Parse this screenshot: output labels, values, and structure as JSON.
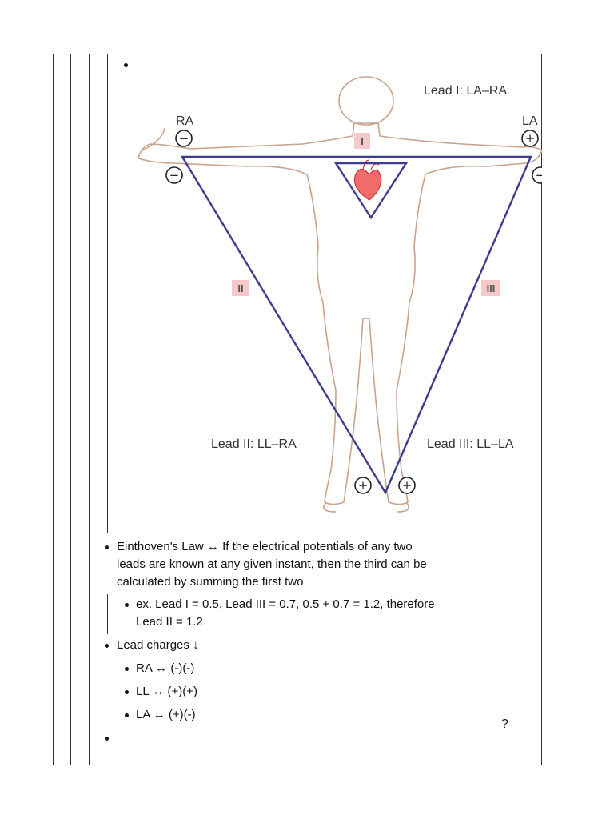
{
  "figure": {
    "label_lead1": "Lead I: LA–RA",
    "label_lead2": "Lead II: LL–RA",
    "label_lead3": "Lead III: LL–LA",
    "label_ra": "RA",
    "label_la": "LA",
    "tag_i": "I",
    "tag_ii": "II",
    "tag_iii": "III",
    "sign_minus": "−",
    "sign_plus": "+"
  },
  "notes": {
    "einthoven_line1": "Einthoven's Law ↔ If the electrical potentials of any two",
    "einthoven_line2": "leads are known at any given instant, then the third can be",
    "einthoven_line3": "calculated by summing the first two",
    "example_line1": "ex. Lead I = 0.5, Lead III = 0.7, 0.5 + 0.7 = 1.2, therefore",
    "example_line2": "Lead II = 1.2",
    "lead_charges": "Lead charges ↓",
    "charge_ra": "RA ↔ (-)(-)",
    "charge_ll": "LL ↔ (+)(+)",
    "charge_la": "LA ↔ (+)(-)",
    "question_mark": "?"
  }
}
